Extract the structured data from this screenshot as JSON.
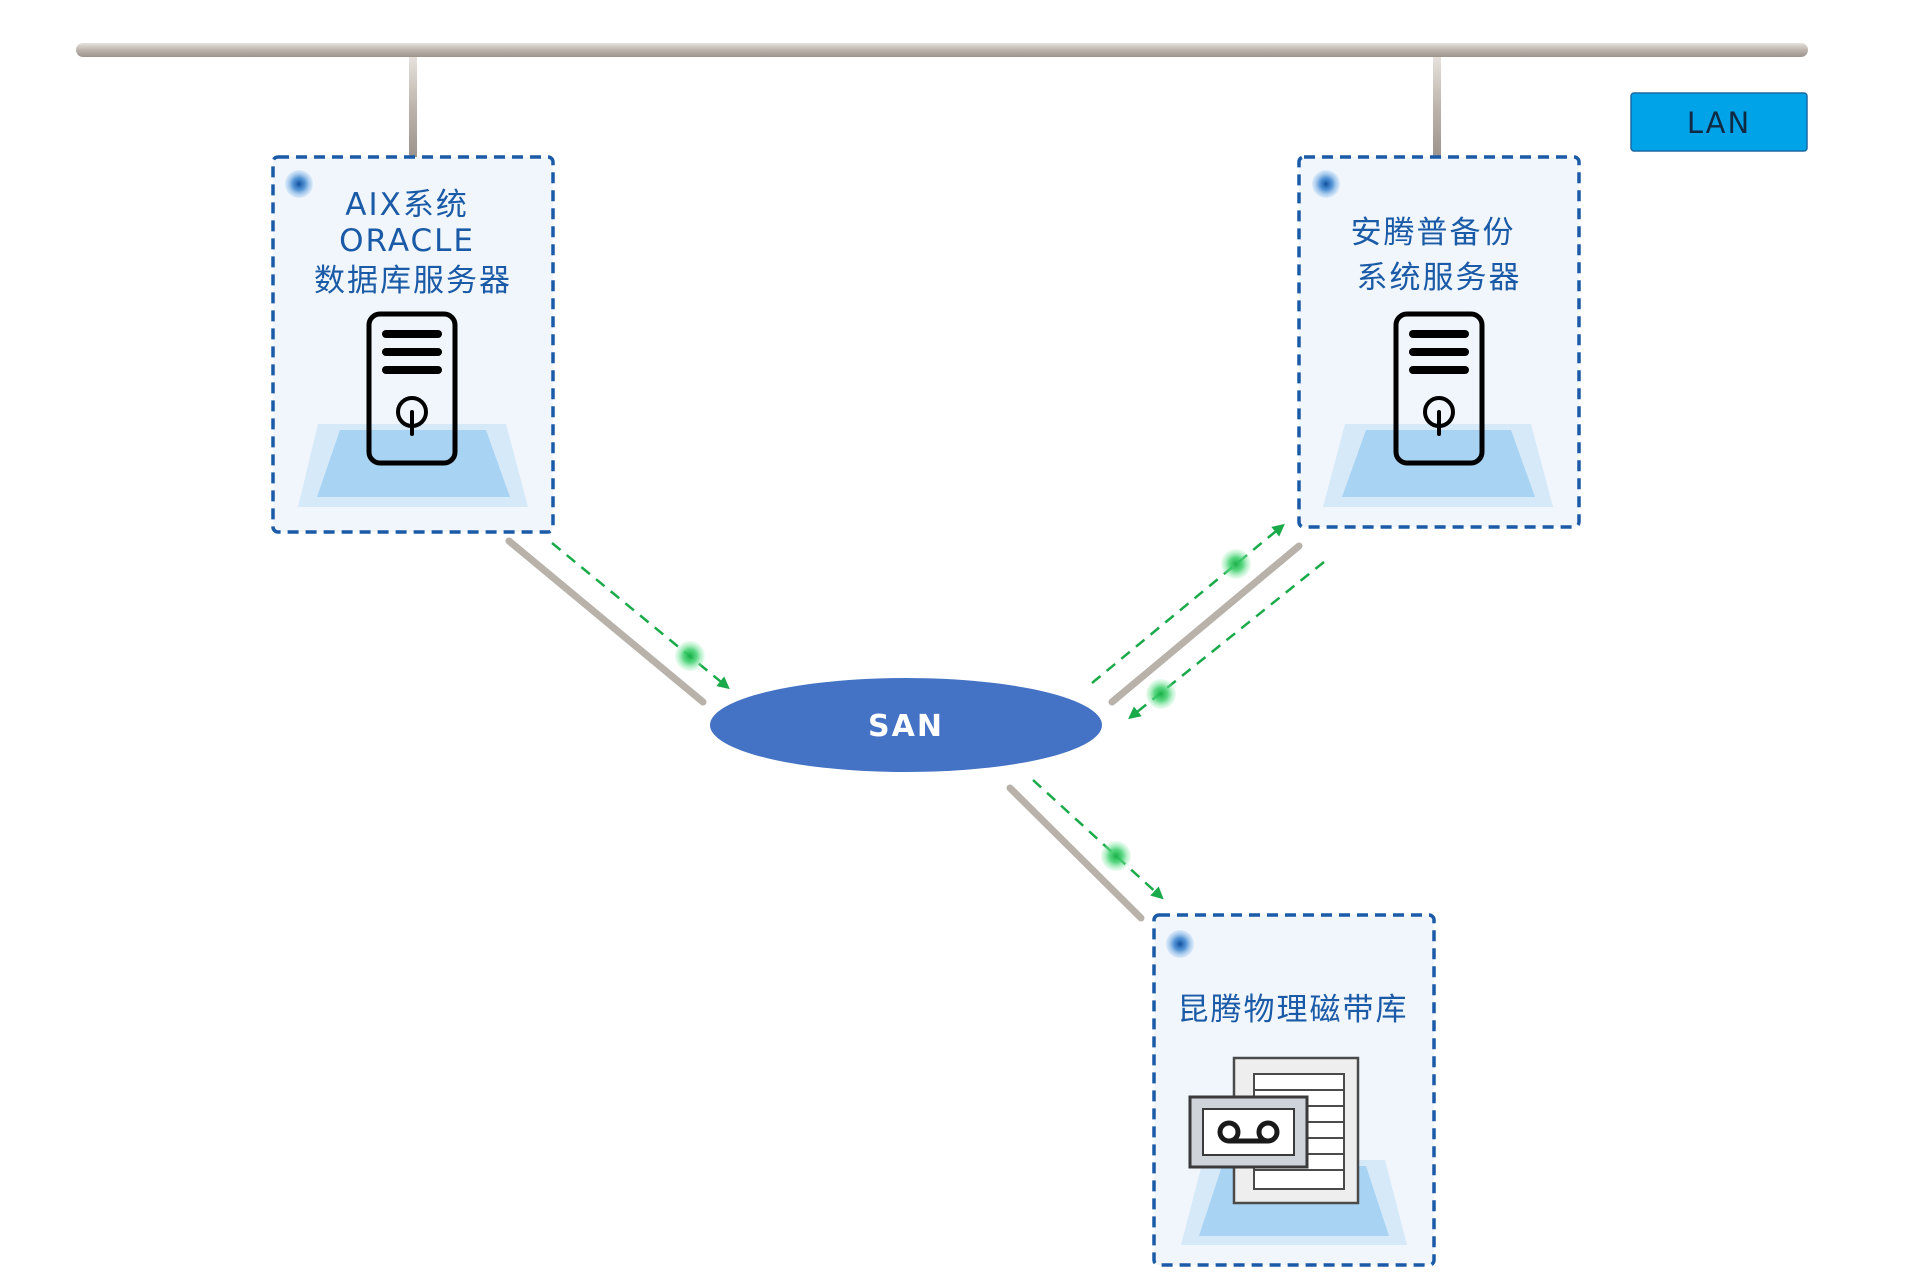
{
  "lan": {
    "label": "LAN"
  },
  "san": {
    "label": "SAN"
  },
  "nodes": {
    "db_server": {
      "label_lines": [
        "AIX系统",
        "ORACLE",
        "数据库服务器"
      ]
    },
    "backup_server": {
      "label_lines": [
        "安腾普备份",
        "系统服务器"
      ]
    },
    "tape_library": {
      "label_lines": [
        "昆腾物理磁带库"
      ]
    }
  },
  "colors": {
    "lan_bar": "#c4bcb4",
    "lan_badge": "#00a2e8",
    "san_ellipse": "#4472c4",
    "node_border": "#1a5aa6",
    "node_fill": "#f0f6fc",
    "platform": "#a9d3f2",
    "flow_arrow": "#1aaa4a",
    "cable": "#b8b2ab"
  }
}
